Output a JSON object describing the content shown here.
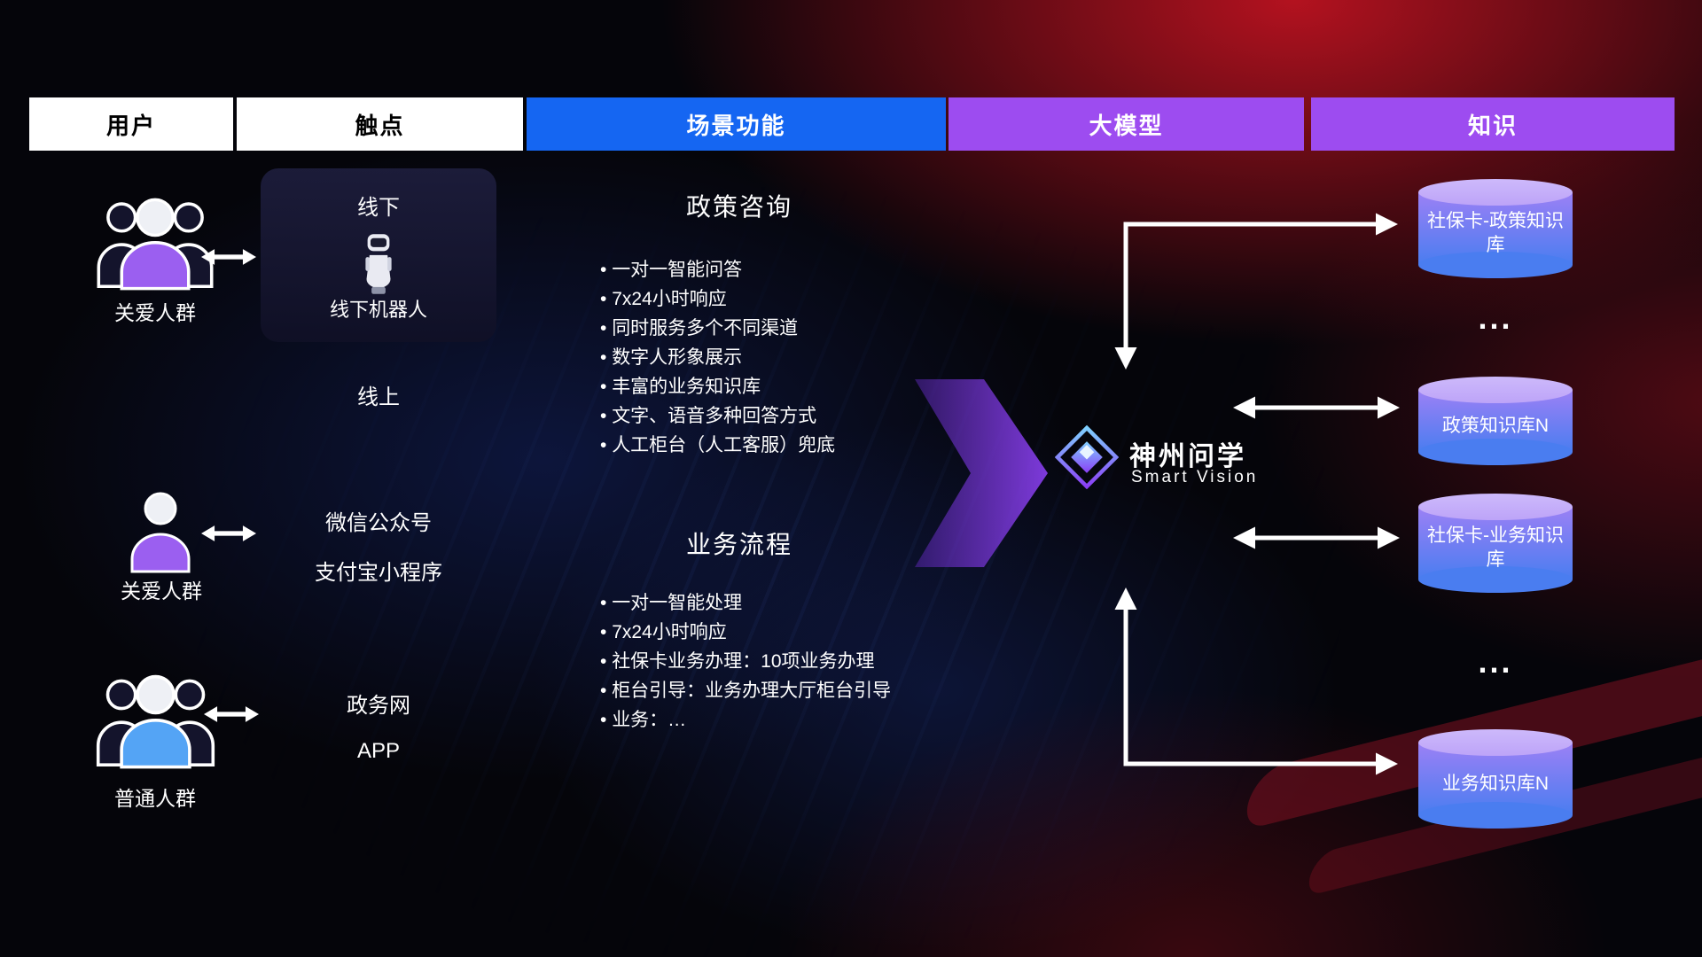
{
  "colors": {
    "header_blue": "#1566f2",
    "header_purple": "#9d4cf0",
    "user_purple": "#9b5ff0",
    "user_blue": "#54a4f5",
    "cylinder_top": "#bda4f8",
    "cylinder_body_top": "#9c80f5",
    "cylinder_body_bottom": "#4a7df0",
    "arrow_purple": "#873ee6"
  },
  "header": {
    "col_user": "用户",
    "col_touchpoint": "触点",
    "col_scenario": "场景功能",
    "col_model": "大模型",
    "col_knowledge": "知识"
  },
  "users": {
    "group1_label": "关爱人群",
    "single_label": "关爱人群",
    "group2_label": "普通人群"
  },
  "touchpoints": {
    "offline_title": "线下",
    "offline_robot": "线下机器人",
    "online_title": "线上",
    "wechat": "微信公众号",
    "alipay": "支付宝小程序",
    "gov": "政务网",
    "app": "APP"
  },
  "scenario": {
    "policy_title": "政策咨询",
    "policy_bullets": [
      "一对一智能问答",
      "7x24小时响应",
      "同时服务多个不同渠道",
      "数字人形象展示",
      "丰富的业务知识库",
      "文字、语音多种回答方式",
      "人工柜台（人工客服）兜底"
    ],
    "process_title": "业务流程",
    "process_bullets": [
      "一对一智能处理",
      "7x24小时响应",
      "社保卡业务办理：10项业务办理",
      "柜台引导：业务办理大厅柜台引导",
      "业务：…"
    ]
  },
  "model": {
    "name": "神州问学",
    "subtitle": "Smart Vision"
  },
  "knowledge": {
    "db1": "社保卡-政策知识库",
    "ellipsis1": "...",
    "db2": "政策知识库N",
    "db3": "社保卡-业务知识库",
    "ellipsis2": "...",
    "db4": "业务知识库N"
  }
}
